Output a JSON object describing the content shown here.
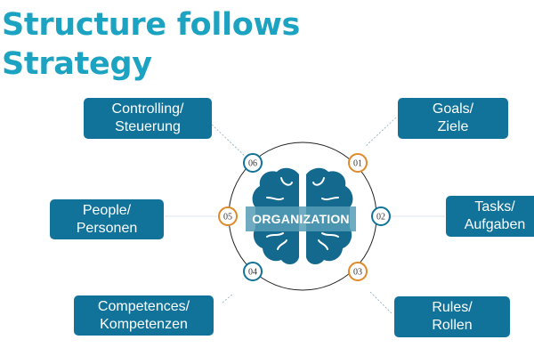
{
  "title": {
    "line1": "Structure follows",
    "line2": "Strategy"
  },
  "center": {
    "label": "ORGANIZATION",
    "icon": "brain-icon"
  },
  "nodes": [
    {
      "number": "01",
      "line1": "Goals/",
      "line2": "Ziele",
      "ring_color": "#e08a2a"
    },
    {
      "number": "02",
      "line1": "Tasks/",
      "line2": "Aufgaben",
      "ring_color": "#12739a"
    },
    {
      "number": "03",
      "line1": "Rules/",
      "line2": "Rollen",
      "ring_color": "#e08a2a"
    },
    {
      "number": "04",
      "line1": "Competences/",
      "line2": "Kompetenzen",
      "ring_color": "#12739a"
    },
    {
      "number": "05",
      "line1": "People/",
      "line2": "Personen",
      "ring_color": "#e08a2a"
    },
    {
      "number": "06",
      "line1": "Controlling/",
      "line2": "Steuerung",
      "ring_color": "#12739a"
    }
  ],
  "colors": {
    "title": "#1ba3c1",
    "box": "#12739a",
    "brain": "#14698f",
    "accent_orange": "#e08a2a"
  }
}
